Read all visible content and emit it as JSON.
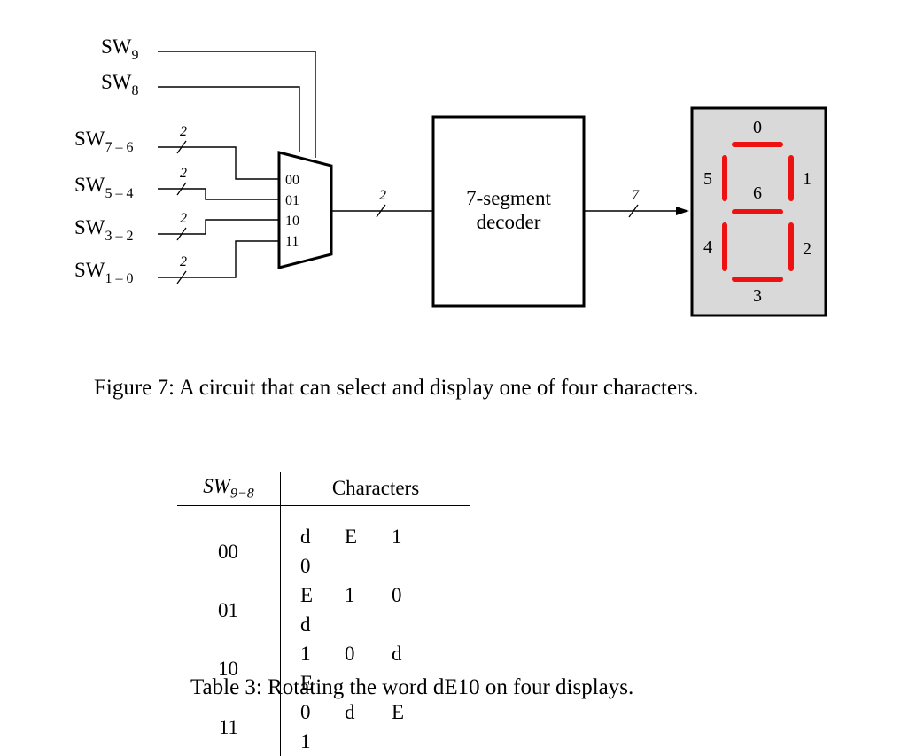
{
  "figure": {
    "inputs": [
      {
        "name": "SW",
        "sub": "9"
      },
      {
        "name": "SW",
        "sub": "8"
      },
      {
        "name": "SW",
        "sub": "7 – 6",
        "bus": "2"
      },
      {
        "name": "SW",
        "sub": "5 – 4",
        "bus": "2"
      },
      {
        "name": "SW",
        "sub": "3 – 2",
        "bus": "2"
      },
      {
        "name": "SW",
        "sub": "1 – 0",
        "bus": "2"
      }
    ],
    "mux_inputs": [
      "00",
      "01",
      "10",
      "11"
    ],
    "mux_out_bus": "2",
    "decoder_label": [
      "7-segment",
      "decoder"
    ],
    "decoder_out_bus": "7",
    "segments": [
      "0",
      "1",
      "2",
      "3",
      "4",
      "5",
      "6"
    ],
    "segment_color": "#ee1111",
    "display_bg": "#d9d9d9",
    "caption": "Figure 7: A circuit that can select and display one of four characters."
  },
  "table": {
    "header_sw": "SW",
    "header_sw_sub": "9−8",
    "header_chars": "Characters",
    "rows": [
      {
        "code": "00",
        "chars": [
          "d",
          "E",
          "1",
          "0"
        ]
      },
      {
        "code": "01",
        "chars": [
          "E",
          "1",
          "0",
          "d"
        ]
      },
      {
        "code": "10",
        "chars": [
          "1",
          "0",
          "d",
          "E"
        ]
      },
      {
        "code": "11",
        "chars": [
          "0",
          "d",
          "E",
          "1"
        ]
      }
    ],
    "caption": "Table 3: Rotating the word dE10 on four displays."
  }
}
